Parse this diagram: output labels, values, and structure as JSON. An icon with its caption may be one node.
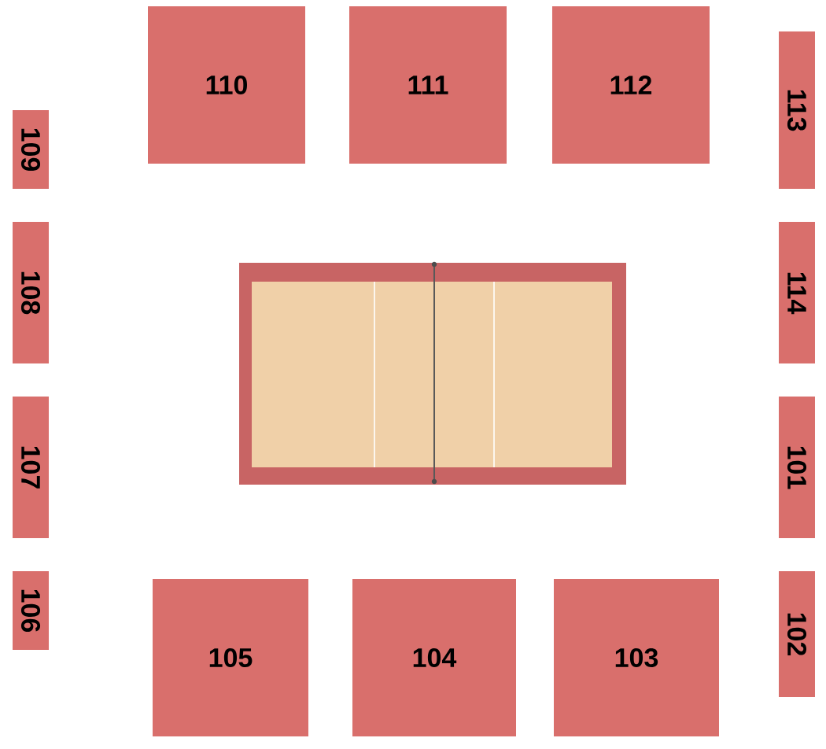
{
  "diagram": {
    "nodes": [
      {
        "text": [
          "110"
        ]
      },
      {
        "text": [
          "111"
        ]
      },
      {
        "text": [
          "112"
        ]
      },
      {
        "text": [
          "113"
        ]
      },
      {
        "text": [
          "109"
        ]
      },
      {
        "text": [
          "108"
        ]
      },
      {
        "text": [
          "114"
        ]
      },
      {
        "text": [
          "107"
        ]
      },
      {
        "text": [
          "101"
        ]
      },
      {
        "text": [
          "106"
        ]
      },
      {
        "text": [
          "102"
        ]
      },
      {
        "text": [
          "105"
        ]
      },
      {
        "text": [
          "104"
        ]
      },
      {
        "text": [
          "103"
        ]
      }
    ]
  }
}
